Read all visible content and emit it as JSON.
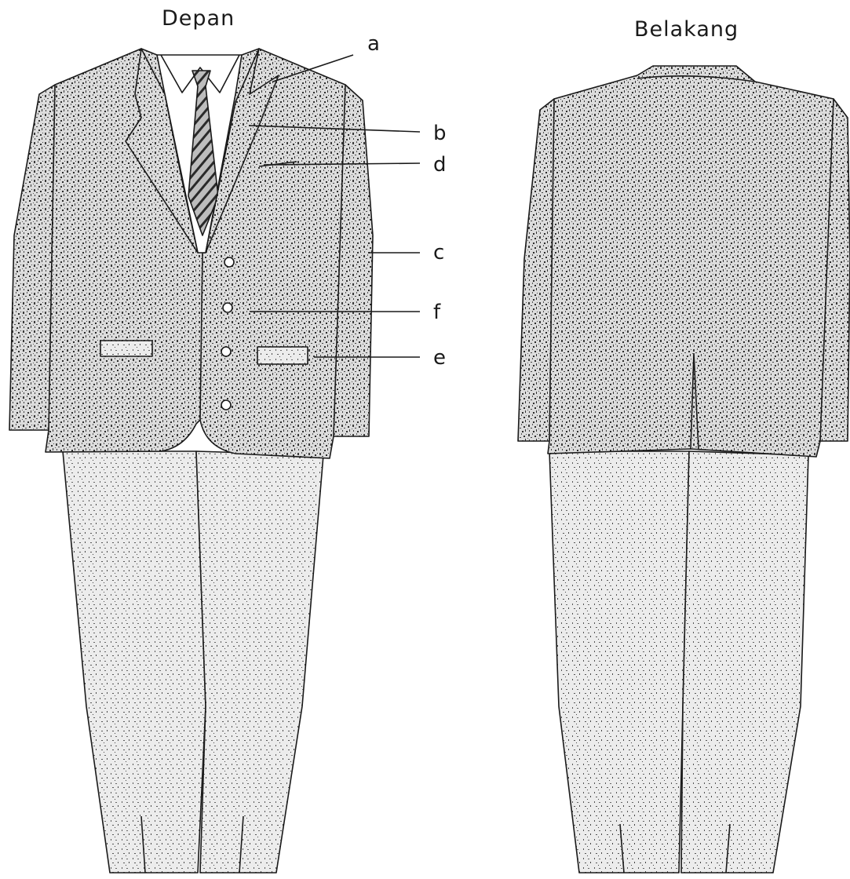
{
  "front_view": {
    "title": "Depan"
  },
  "back_view": {
    "title": "Belakang"
  },
  "callouts": {
    "a": "a",
    "b": "b",
    "c": "c",
    "d": "d",
    "e": "e",
    "f": "f"
  },
  "colors": {
    "line": "#1a1a1a",
    "fabric_fill": "#d8d8d8",
    "shirt": "#ffffff",
    "background": "#ffffff"
  }
}
